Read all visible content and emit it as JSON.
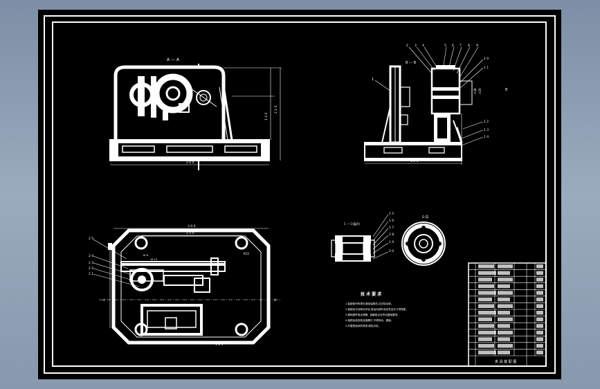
{
  "drawing": {
    "section_a_label": "A — A",
    "section_b_label": "B — B",
    "section_c_label": "C — C(展开)",
    "view_d_label": "D 向",
    "view_arrow_label": "B",
    "side_label_left": "A",
    "side_label_right": "A",
    "front_dims": {
      "overall_length": "2 0 0",
      "height_total": "2 1 0",
      "height_axis": "1 4 0"
    },
    "side_dims": {
      "base_width": "1 2 0",
      "tol_a": "∅20",
      "tol_b": "∅38"
    },
    "plan_dims": {
      "outer_length": "3 0 0",
      "inner_length": "2 5 0",
      "lower_length": "1 9 5"
    },
    "left_callouts": [
      "2 5",
      "2 4",
      "2 3",
      "2 2",
      "2 1"
    ],
    "top_callouts": [
      "2",
      "3",
      "4",
      "5",
      "6",
      "7",
      "8",
      "9"
    ],
    "right_callouts": [
      "1 0",
      "1 1",
      "1 2",
      "1 3",
      "1 4"
    ],
    "section_callouts": [
      "1 5",
      "1 6",
      "1 7",
      "1 8",
      "1 9",
      "2 0"
    ],
    "part_1_callout": "1",
    "hole_label": "R12",
    "plan_labels": [
      "M 8",
      "M 12"
    ],
    "tech_title": "技 术 要 求",
    "tech_notes": [
      "1.装配前所有零件用煤油清洗,并去除毛刺。",
      "2.装配后手动转动手轮,各运动部件运动灵活无卡滞现象。",
      "3.蜗轮蜗杆啮合侧隙、接触斑点应符合图纸要求。",
      "4.装配后检查各连接螺钉,不得松动、漏装。",
      "5.外露表面涂防锈漆,颜色另定。"
    ],
    "title_block": {
      "name": "夹 具 装 配 图",
      "rows": 14
    }
  }
}
